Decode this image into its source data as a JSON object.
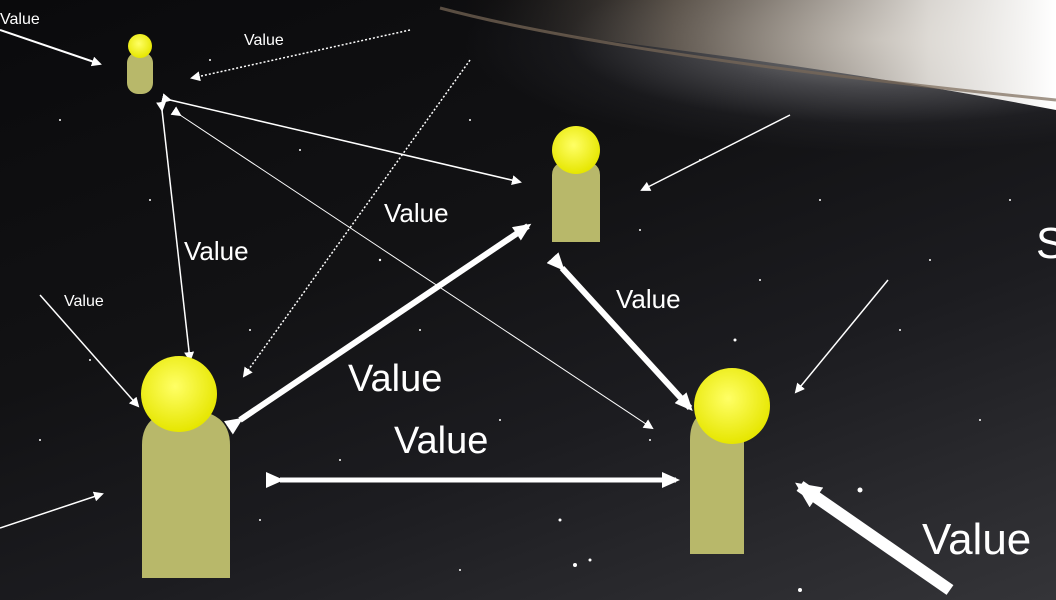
{
  "diagram": {
    "labels": {
      "top_left_in": "Value",
      "top_dotted": "Value",
      "mid_upper": "Value",
      "vertical_left": "Value",
      "small_left": "Value",
      "right_mid": "Value",
      "diag_big": "Value",
      "bottom_horizontal": "Value",
      "bottom_right_big": "Value",
      "right_edge_partial": "S"
    },
    "colors": {
      "figure_body": "#b8b86a",
      "figure_head": "#ffff33",
      "arrow": "#ffffff"
    }
  }
}
